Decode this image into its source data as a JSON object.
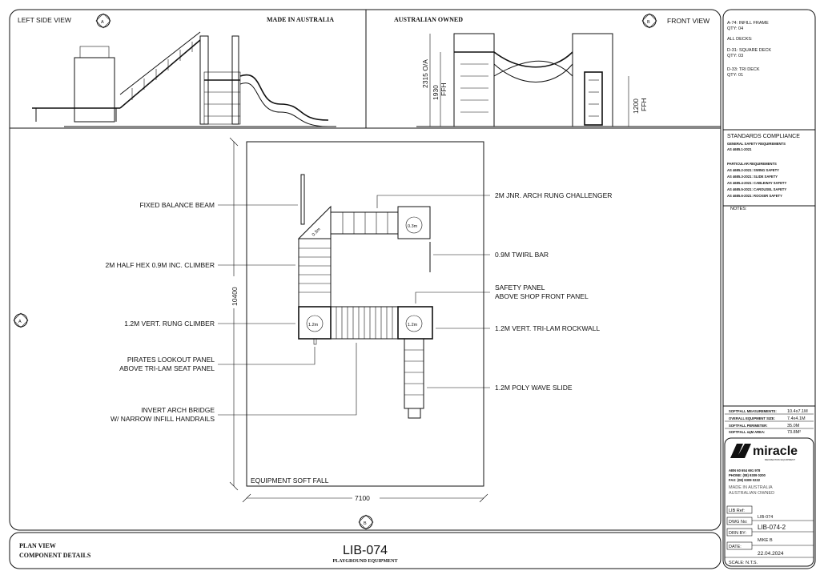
{
  "elevations": {
    "left_title": "LEFT SIDE VIEW",
    "left_marker": "A",
    "made_in": "MADE IN AUSTRALIA",
    "owned": "AUSTRALIAN OWNED",
    "front_marker": "B",
    "front_title": "FRONT VIEW",
    "dim_overall": "2315 O/A",
    "dim_ffh1": "1930",
    "dim_ffh1_unit": "FFH",
    "dim_ffh2": "1200",
    "dim_ffh2_unit": "FFH"
  },
  "plan": {
    "labels_left": [
      "FIXED BALANCE BEAM",
      "2M HALF HEX 0.9M INC. CLIMBER",
      "1.2M VERT. RUNG CLIMBER",
      "PIRATES LOOKOUT PANEL",
      "ABOVE TRI-LAM SEAT PANEL",
      "INVERT ARCH BRIDGE",
      "W/ NARROW INFILL HANDRAILS"
    ],
    "labels_right": [
      "2M JNR. ARCH RUNG CHALLENGER",
      "0.9M TWIRL BAR",
      "SAFETY PANEL",
      "ABOVE SHOP FRONT PANEL",
      "1.2M VERT. TRI-LAM ROCKWALL",
      "1.2M POLY WAVE SLIDE"
    ],
    "deck_heights": [
      "0.3m",
      "0.3m",
      "1.2m",
      "1.2m"
    ],
    "soft_fall_label": "EQUIPMENT SOFT FALL",
    "dim_height": "10400",
    "dim_width": "7100",
    "marker_left": "A",
    "marker_bottom": "B"
  },
  "title_bar": {
    "view_line1": "PLAN VIEW",
    "view_line2": "COMPONENT DETAILS",
    "code": "LIB-074",
    "subtitle": "PLAYGROUND EQUIPMENT"
  },
  "side_panel": {
    "components": [
      "A-74: INFILL FRAME",
      "QTY: 04",
      "ALL DECKS:",
      "D-31: SQUARE DECK",
      "QTY: 03",
      "D-33: TRI DECK",
      "QTY: 01"
    ],
    "standards_title": "STANDARDS COMPLIANCE",
    "standards": [
      "GENERAL SAFETY REQUIREMENTS",
      "AS 4685.1-2021",
      "PARTICULAR REQUIREMENTS",
      "AS 4685.2-2021: SWING SAFETY",
      "AS 4685.3-2021: SLIDE SAFETY",
      "AS 4685.4-2021: CABLEWAY SAFETY",
      "AS 4685.5-2021: CAROUSEL SAFETY",
      "AS 4685.6-2021: ROCKER SAFETY"
    ],
    "notes_label": "NOTES:",
    "measurements": [
      {
        "label": "SOFTFALL MEASUREMENTS:",
        "value": "10.4x7.1M"
      },
      {
        "label": "OVERALL EQUIPMENT SIZE:",
        "value": "7.4x4.1M"
      },
      {
        "label": "SOFTFALL PERIMETER:",
        "value": "35.0M"
      },
      {
        "label": "SOFTFALL sqM AREA:",
        "value": "73.8M²"
      }
    ],
    "brand": "miracle",
    "brand_tag": "RECREATION EQUIPMENT",
    "contact": [
      "ABN 60 654 691 978",
      "PHONE: (08) 9309 0200",
      "FAX:   (08) 9309 0222"
    ],
    "origin": [
      "MADE IN AUSTRALIA",
      "AUSTRALIAN OWNED"
    ],
    "lib_ref_label": "LIB Ref:",
    "lib_ref": "LIB-074",
    "dwg_label": "DWG No:",
    "dwg": "LIB-074-2",
    "drn_label": "DRN BY:",
    "drn": "MIKE B",
    "date_label": "DATE:",
    "date": "22.04.2024",
    "scale": "SCALE: N.T.S."
  }
}
